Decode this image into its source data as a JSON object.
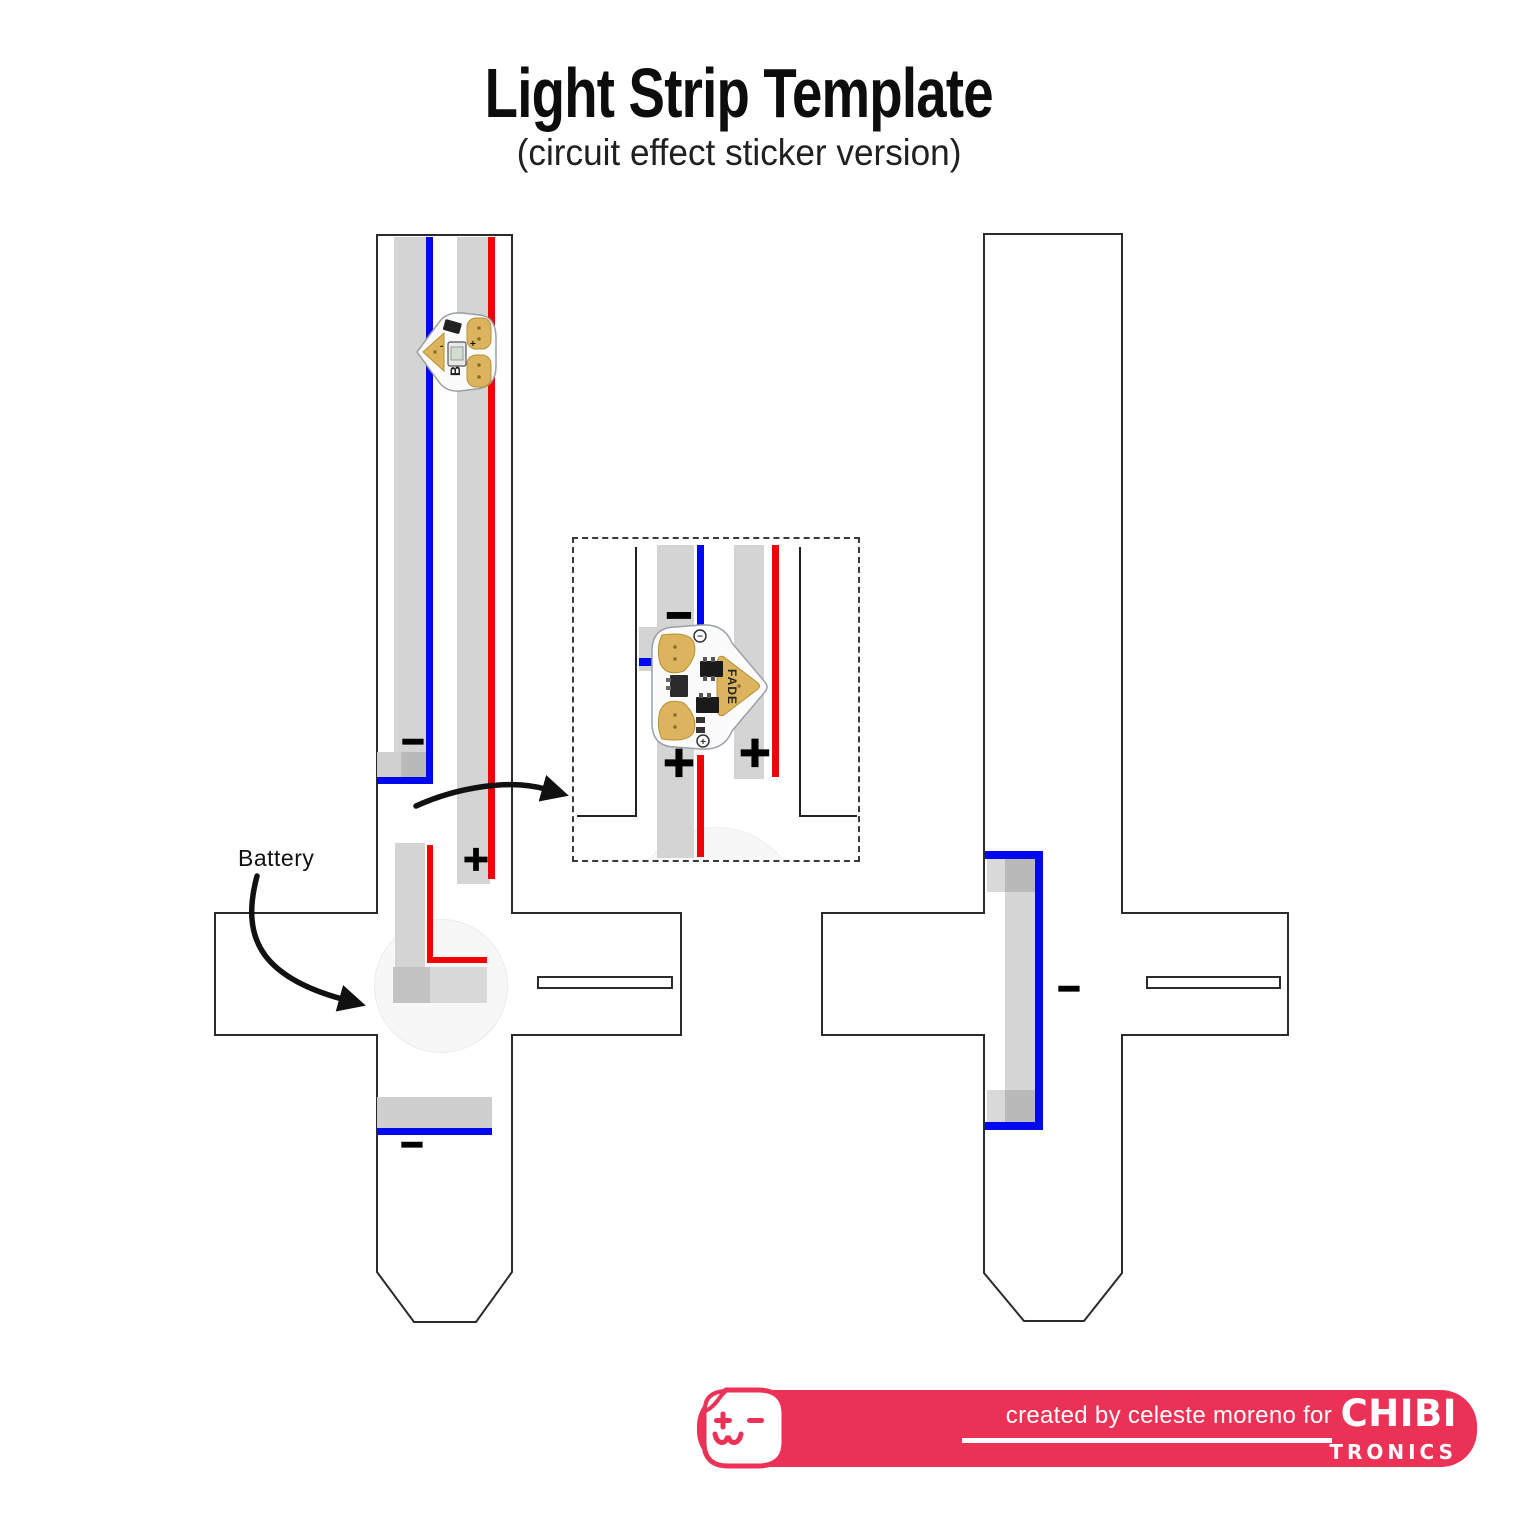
{
  "title": "Light Strip Template",
  "subtitle": "(circuit effect sticker version)",
  "battery_label": "Battery",
  "marks": {
    "plus": "+",
    "minus": "−"
  },
  "led_sticker": {
    "label": "B",
    "plus": "+",
    "minus": "-"
  },
  "fade_sticker": {
    "label": "FADE",
    "minus_symbol": "−",
    "plus_symbol": "+"
  },
  "footer": {
    "credit": "created by celeste moreno for",
    "brand_top": "CHIBI",
    "brand_bottom": "TRONICS"
  },
  "colors": {
    "trace_red": "#f40000",
    "trace_blue": "#0008f0",
    "copper_gray": "#d4d4d4",
    "copper_gray_dark": "#b9b9b9",
    "copper_mid": "#c6c6c6",
    "outline": "#2b2b2b",
    "brand_pink": "#ec3156",
    "pad_gold": "#dcb45e",
    "pad_gold_edge": "#b68f35"
  }
}
